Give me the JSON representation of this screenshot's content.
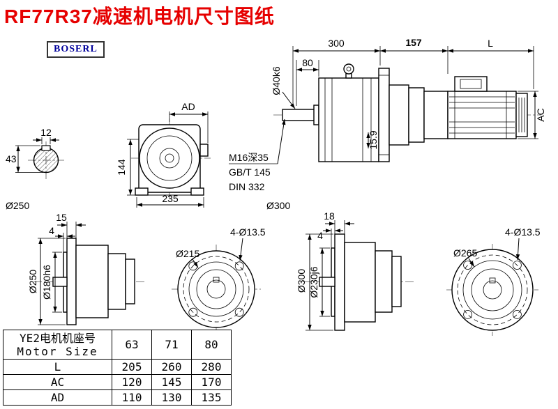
{
  "page": {
    "title": "RF77R37减速机电机尺寸图纸",
    "brand": "BOSERL"
  },
  "shaft_section": {
    "key_width": "12",
    "height": "43"
  },
  "front_view": {
    "ad": "AD",
    "height_144": "144",
    "width_235": "235",
    "flange_d250": "Ø250"
  },
  "side_view": {
    "len_300": "300",
    "len_157": "157",
    "len_L": "L",
    "len_80": "80",
    "shaft_d": "Ø40k6",
    "ac": "AC",
    "key_depth": "15.9",
    "tap_note": "M16深35",
    "std_note1": "GB/T 145",
    "std_note2": "DIN 332",
    "flange_d300": "Ø300"
  },
  "flange_small": {
    "t15": "15",
    "t4": "4",
    "od": "Ø250",
    "spigot": "Ø180h6",
    "holes": "4-Ø13.5",
    "pitch": "Ø215"
  },
  "flange_large": {
    "t18": "18",
    "t4": "4",
    "od": "Ø300",
    "spigot": "Ø230j6",
    "holes": "4-Ø13.5",
    "pitch": "Ø265"
  },
  "table": {
    "header_cn": "YE2电机机座号",
    "header_en": "Motor Size",
    "sizes": [
      "63",
      "71",
      "80"
    ],
    "rows": [
      {
        "label": "L",
        "values": [
          "205",
          "260",
          "280"
        ]
      },
      {
        "label": "AC",
        "values": [
          "120",
          "145",
          "170"
        ]
      },
      {
        "label": "AD",
        "values": [
          "110",
          "130",
          "135"
        ]
      }
    ]
  }
}
